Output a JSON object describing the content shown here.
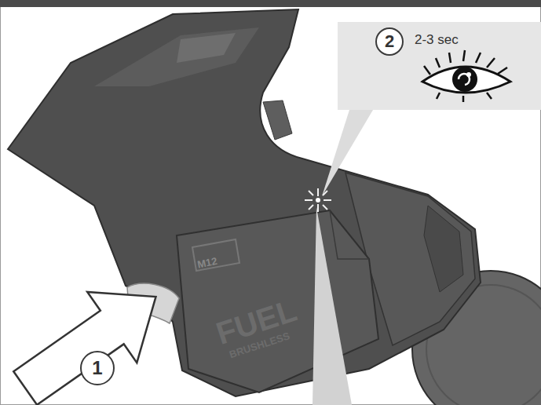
{
  "diagram": {
    "nodes": [
      {
        "text": [
          "2-3 sec"
        ]
      },
      {
        "text": [
          "2"
        ],
        "in": 0
      },
      {
        "text": [
          "1"
        ]
      }
    ],
    "labels": [
      "M12",
      "FUEL",
      "BRUSHLESS"
    ]
  }
}
